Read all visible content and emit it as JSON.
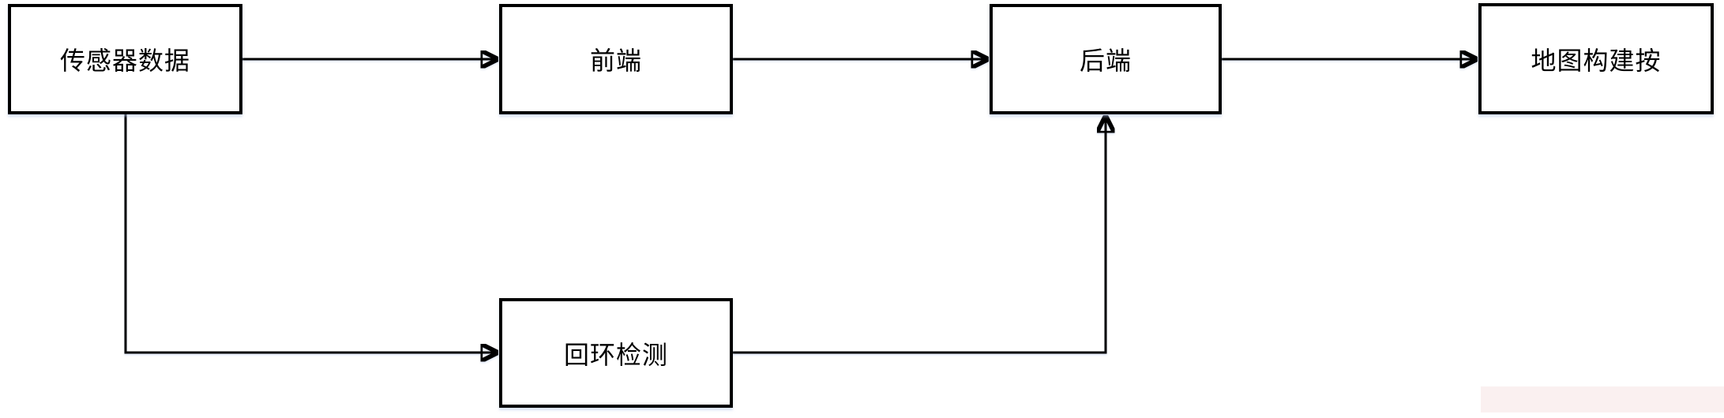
{
  "diagram": {
    "type": "flowchart",
    "nodes": [
      {
        "id": "sensor-data",
        "label": "传感器数据"
      },
      {
        "id": "front-end",
        "label": "前端"
      },
      {
        "id": "back-end",
        "label": "后端"
      },
      {
        "id": "map-building",
        "label": "地图构建按"
      },
      {
        "id": "loop-closure",
        "label": "回环检测"
      }
    ],
    "edges": [
      {
        "from": "sensor-data",
        "to": "front-end",
        "style": "arrow-right"
      },
      {
        "from": "front-end",
        "to": "back-end",
        "style": "arrow-right"
      },
      {
        "from": "back-end",
        "to": "map-building",
        "style": "arrow-right"
      },
      {
        "from": "sensor-data",
        "to": "loop-closure",
        "style": "elbow-down-right"
      },
      {
        "from": "loop-closure",
        "to": "back-end",
        "style": "elbow-right-up"
      }
    ],
    "colors": {
      "node_border": "#000000",
      "node_fill": "#ffffff",
      "edge": "#000000",
      "text": "#000000",
      "shadow": "#b0c4eb",
      "watermark_strip": "#faf0f0"
    }
  }
}
